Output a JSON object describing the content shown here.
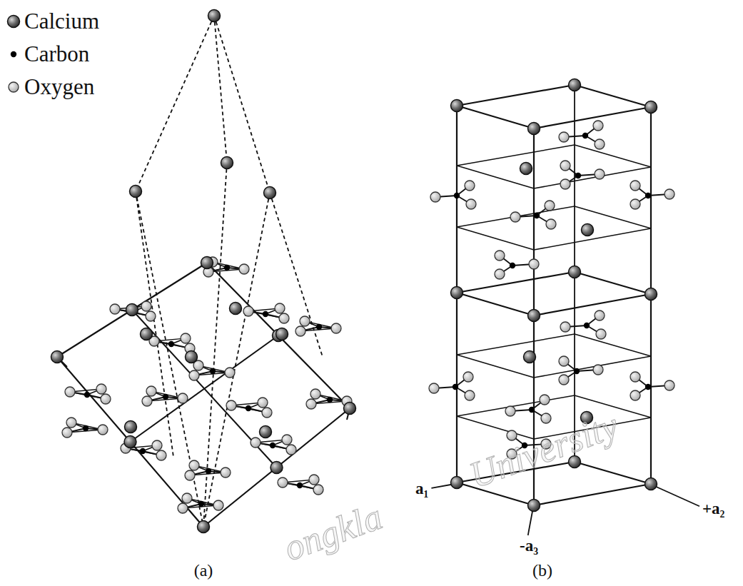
{
  "diagram": {
    "labels": [
      "(a)",
      "(b)",
      "a₁",
      "+a₂",
      "-a₃",
      "ongkla",
      "University"
    ],
    "legend": [
      {
        "text": "Calcium"
      },
      {
        "text": "Carbon"
      },
      {
        "text": "Oxygen"
      }
    ]
  }
}
